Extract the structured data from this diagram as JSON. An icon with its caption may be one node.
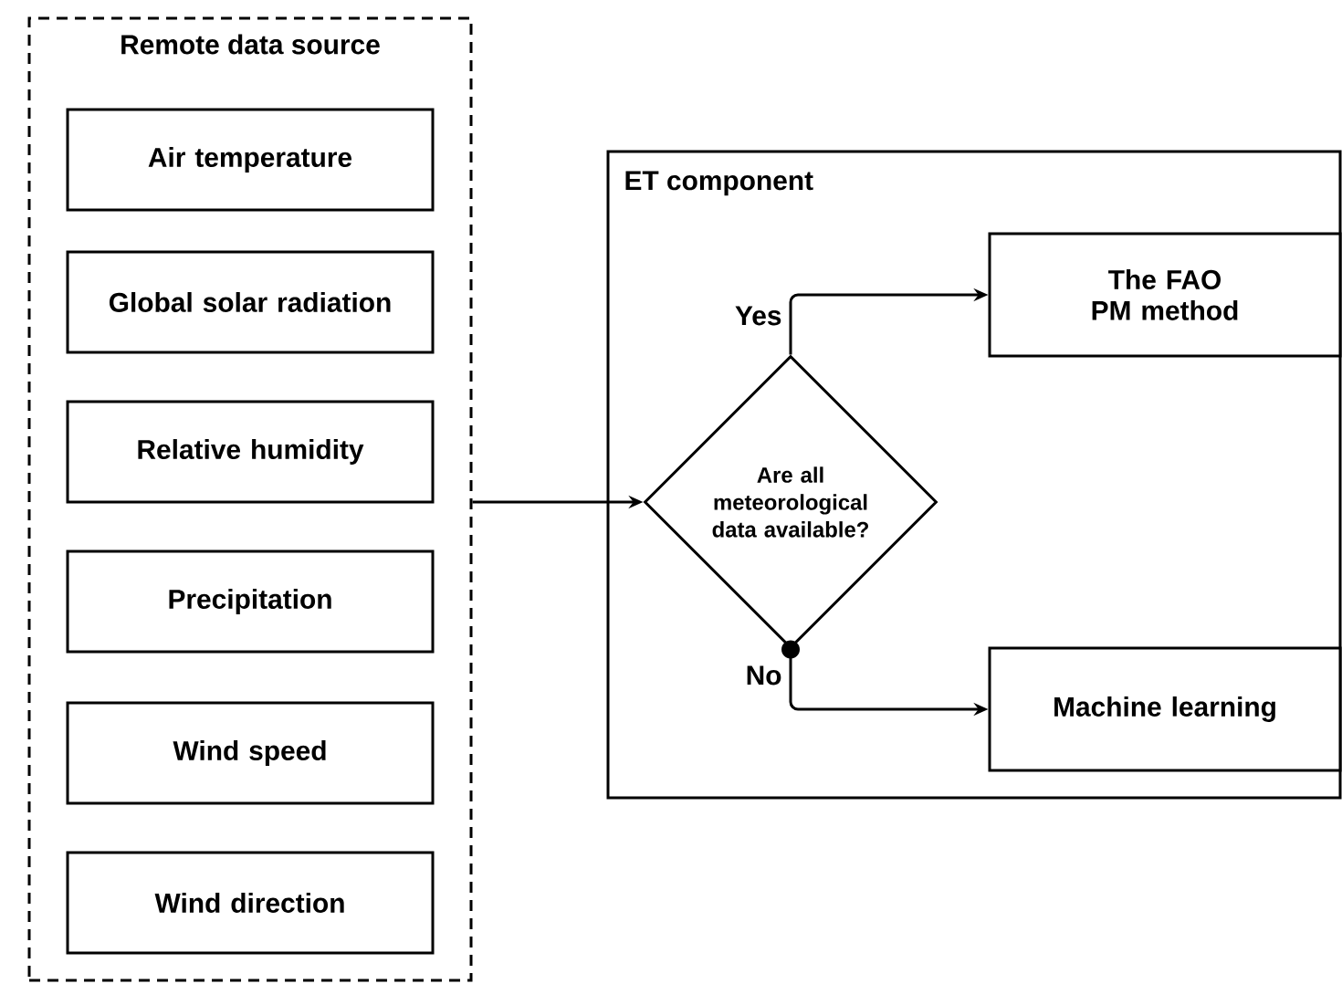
{
  "diagram": {
    "nodes": [
      {
        "text": [
          "Remote data source"
        ]
      },
      {
        "text": [
          "Air temperature"
        ],
        "in": 0
      },
      {
        "text": [
          "Global solar radiation"
        ],
        "in": 0
      },
      {
        "text": [
          "Relative humidity"
        ],
        "in": 0
      },
      {
        "text": [
          "Precipitation"
        ],
        "in": 0
      },
      {
        "text": [
          "Wind speed"
        ],
        "in": 0
      },
      {
        "text": [
          "Wind direction"
        ],
        "in": 0
      },
      {
        "text": [
          "ET component"
        ]
      },
      {
        "text": [
          "Are all meteorological data available?"
        ],
        "in": 7
      },
      {
        "text": [
          "The FAO PM method"
        ],
        "in": 7
      },
      {
        "text": [
          "Machine learning"
        ],
        "in": 7
      }
    ],
    "edges": [
      {
        "from": 0,
        "to": 8,
        "arrow": "to"
      },
      {
        "from": 8,
        "to": 9,
        "arrow": "to",
        "label": "Yes"
      },
      {
        "from": 8,
        "to": 10,
        "arrow": "to",
        "label": "No"
      }
    ]
  }
}
